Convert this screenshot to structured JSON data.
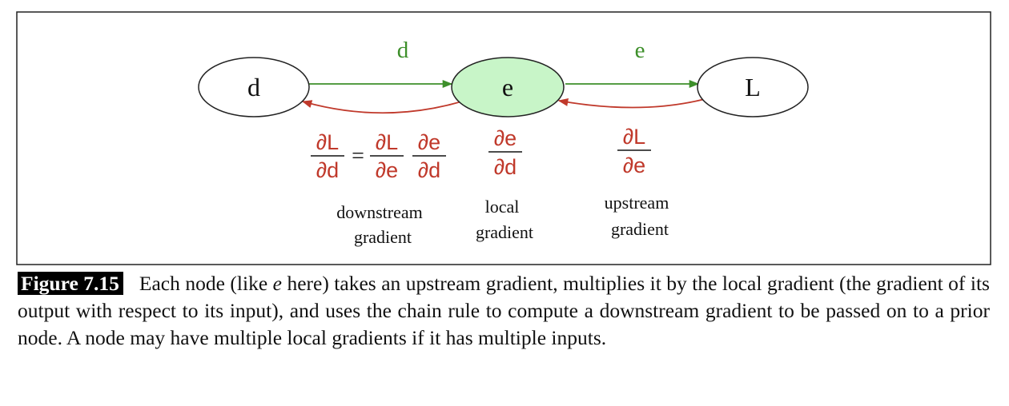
{
  "figure": {
    "nodes": {
      "d": "d",
      "e": "e",
      "L": "L"
    },
    "forward_labels": {
      "d_to_e": "d",
      "e_to_L": "e"
    },
    "equations": {
      "downstream": {
        "lhs_num": "∂L",
        "lhs_den": "∂d",
        "equals": "=",
        "r1_num": "∂L",
        "r1_den": "∂e",
        "r2_num": "∂e",
        "r2_den": "∂d"
      },
      "local": {
        "num": "∂e",
        "den": "∂d"
      },
      "upstream": {
        "num": "∂L",
        "den": "∂e"
      }
    },
    "labels": {
      "downstream_1": "downstream",
      "downstream_2": "gradient",
      "local_1": "local",
      "local_2": "gradient",
      "upstream_1": "upstream",
      "upstream_2": "gradient"
    },
    "colors": {
      "forward": "#3d8f2a",
      "backward": "#c0392b",
      "highlight_fill": "#c8f5c8"
    }
  },
  "caption": {
    "label": "Figure 7.15",
    "text_part1": "Each node (like ",
    "text_italic": "e",
    "text_part2": " here) takes an upstream gradient, multiplies it by the local gradient (the gradient of its output with respect to its input), and uses the chain rule to compute a downstream gradient to be passed on to a prior node.  A node may have multiple local gradients if it has multiple inputs."
  }
}
